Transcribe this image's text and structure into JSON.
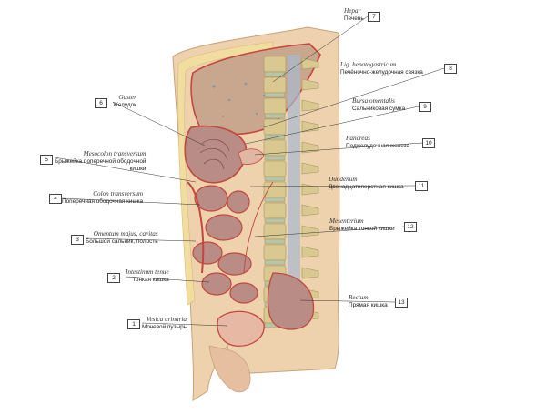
{
  "labels": [
    {
      "id": 7,
      "num": "7",
      "latin": "Hepar",
      "russian": "Печень"
    },
    {
      "id": 8,
      "num": "8",
      "latin": "Lig. hepatogastricum",
      "russian": "Печёночно-желудочная связка"
    },
    {
      "id": 6,
      "num": "6",
      "latin": "Gaster",
      "russian": "Желудок"
    },
    {
      "id": 9,
      "num": "9",
      "latin": "Bursa omentalis",
      "russian": "Сальниковая сумка"
    },
    {
      "id": 5,
      "num": "5",
      "latin": "Mesocolon transversum",
      "russian": "Брыжейка поперечной ободочной",
      "russian2": "кишки"
    },
    {
      "id": 10,
      "num": "10",
      "latin": "Pancreas",
      "russian": "Поджелудочная железа"
    },
    {
      "id": 11,
      "num": "11",
      "latin": "Duodenum",
      "russian": "Двенадцатиперстная кишка"
    },
    {
      "id": 4,
      "num": "4",
      "latin": "Colon transversum",
      "russian": "Поперечная ободочная кишка"
    },
    {
      "id": 12,
      "num": "12",
      "latin": "Mesenterium",
      "russian": "Брыжейка тонкой кишки"
    },
    {
      "id": 3,
      "num": "3",
      "latin": "Omentum majus, cavitas",
      "russian": "Большой сальник, полость"
    },
    {
      "id": 2,
      "num": "2",
      "latin": "Intestinum tenue",
      "russian": "Тонкая кишка"
    },
    {
      "id": 13,
      "num": "13",
      "latin": "Rectum",
      "russian": "Прямая кишка"
    },
    {
      "id": 1,
      "num": "1",
      "latin": "Vesica urinaria",
      "russian": "Мочевой пузырь"
    }
  ],
  "colors": {
    "skin": "#eed1ad",
    "skin_edge": "#c9a27c",
    "liver": "#c9a78e",
    "serosa": "#c4463f",
    "bowel": "#b98c86",
    "bone": "#d9c890",
    "disc": "#b7c4a8",
    "fat": "#f2dda0",
    "cord": "#a8b9cf"
  }
}
